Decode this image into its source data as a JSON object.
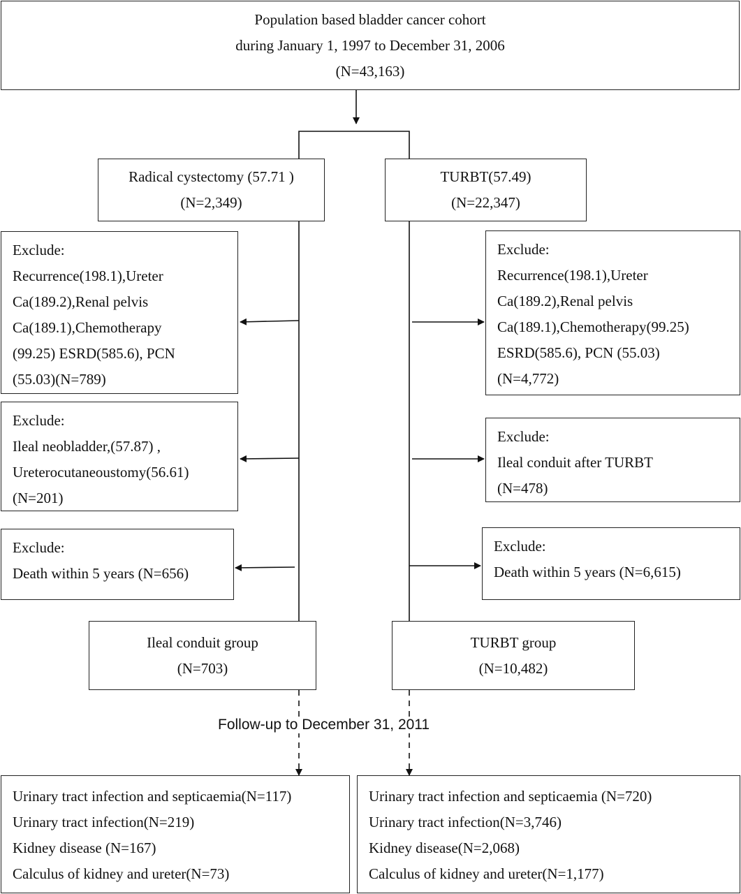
{
  "cohort": {
    "line1": "Population based bladder cancer cohort",
    "line2": "during January 1, 1997 to December 31, 2006",
    "line3": "(N=43,163)"
  },
  "left": {
    "start": {
      "line1": "Radical cystectomy (57.71 )",
      "line2": "(N=2,349)"
    },
    "exclude1": {
      "lines": [
        "Exclude:",
        "Recurrence(198.1),Ureter",
        "Ca(189.2),Renal pelvis",
        "Ca(189.1),Chemotherapy",
        "(99.25) ESRD(585.6), PCN",
        "(55.03)(N=789)"
      ]
    },
    "exclude2": {
      "lines": [
        "Exclude:",
        "Ileal neobladder,(57.87) ,",
        "Ureterocutaneoustomy(56.61)",
        "(N=201)"
      ]
    },
    "exclude3": {
      "lines": [
        "Exclude:",
        "Death within 5 years (N=656)"
      ]
    },
    "group": {
      "line1": "Ileal conduit group",
      "line2": "(N=703)"
    },
    "outcomes": {
      "lines": [
        "Urinary tract infection and septicaemia(N=117)",
        "Urinary tract infection(N=219)",
        "Kidney disease (N=167)",
        "Calculus of kidney and ureter(N=73)"
      ]
    }
  },
  "right": {
    "start": {
      "line1": "TURBT(57.49)",
      "line2": "(N=22,347)"
    },
    "exclude1": {
      "lines": [
        "Exclude:",
        "Recurrence(198.1),Ureter",
        "Ca(189.2),Renal pelvis",
        "Ca(189.1),Chemotherapy(99.25)",
        "ESRD(585.6), PCN (55.03)",
        "(N=4,772)"
      ]
    },
    "exclude2": {
      "lines": [
        "Exclude:",
        "Ileal conduit after TURBT",
        "(N=478)"
      ]
    },
    "exclude3": {
      "lines": [
        "Exclude:",
        "Death within 5 years (N=6,615)"
      ]
    },
    "group": {
      "line1": "TURBT group",
      "line2": "(N=10,482)"
    },
    "outcomes": {
      "lines": [
        "Urinary tract infection and septicaemia (N=720)",
        "Urinary tract infection(N=3,746)",
        "Kidney disease(N=2,068)",
        "Calculus of kidney and ureter(N=1,177)"
      ]
    }
  },
  "followup": "Follow-up to December 31, 2011"
}
